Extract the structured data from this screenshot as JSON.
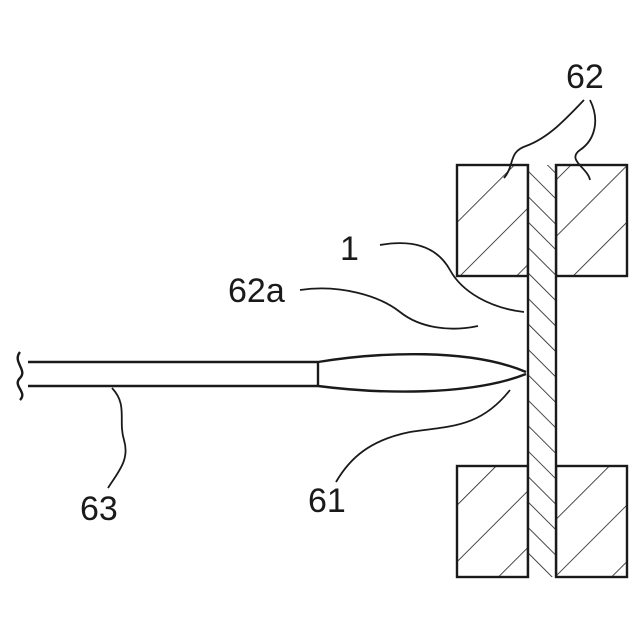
{
  "figure": {
    "labels": {
      "holder": "62",
      "sheet": "1",
      "holder_face": "62a",
      "probe_shaft": "63",
      "probe_tip": "61"
    }
  }
}
